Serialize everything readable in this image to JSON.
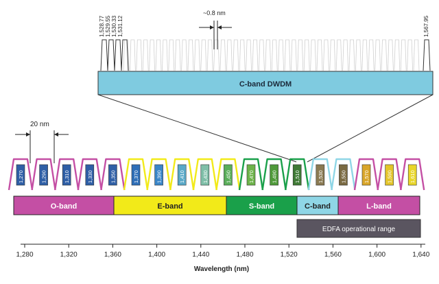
{
  "spacing_20nm": "20 nm",
  "spacing_08nm": "~0.8 nm",
  "dwdm_label": "C-band DWDM",
  "dwdm_ticks": [
    "1,528.77",
    "1,529.55",
    "1,530.33",
    "1,531.12",
    "1,567.95"
  ],
  "bands": [
    {
      "name": "O-band",
      "color": "#c44fa4",
      "text": "#ffffff"
    },
    {
      "name": "E-band",
      "color": "#f2ea19",
      "text": "#222222"
    },
    {
      "name": "S-band",
      "color": "#1aa04a",
      "text": "#ffffff"
    },
    {
      "name": "C-band",
      "color": "#8fd6e6",
      "text": "#222222"
    },
    {
      "name": "L-band",
      "color": "#c44fa4",
      "text": "#ffffff"
    }
  ],
  "cwdm_channels": [
    {
      "nm": 1270,
      "label": "1,270",
      "stroke": "#c44fa4",
      "fill": "#2f5fa6"
    },
    {
      "nm": 1290,
      "label": "1,290",
      "stroke": "#c44fa4",
      "fill": "#2f5fa6"
    },
    {
      "nm": 1310,
      "label": "1,310",
      "stroke": "#c44fa4",
      "fill": "#2f5fa6"
    },
    {
      "nm": 1330,
      "label": "1,330",
      "stroke": "#c44fa4",
      "fill": "#2f5fa6"
    },
    {
      "nm": 1350,
      "label": "1,350",
      "stroke": "#c44fa4",
      "fill": "#2f5fa6"
    },
    {
      "nm": 1370,
      "label": "1,370",
      "stroke": "#f2ea19",
      "fill": "#2f6fb8"
    },
    {
      "nm": 1390,
      "label": "1,390",
      "stroke": "#f2ea19",
      "fill": "#3a86c8"
    },
    {
      "nm": 1410,
      "label": "1,410",
      "stroke": "#f2ea19",
      "fill": "#5aa9c8"
    },
    {
      "nm": 1430,
      "label": "1,430",
      "stroke": "#f2ea19",
      "fill": "#7fbfa8"
    },
    {
      "nm": 1450,
      "label": "1,450",
      "stroke": "#f2ea19",
      "fill": "#5aae5a"
    },
    {
      "nm": 1470,
      "label": "1,470",
      "stroke": "#1aa04a",
      "fill": "#6db34a"
    },
    {
      "nm": 1490,
      "label": "1,490",
      "stroke": "#1aa04a",
      "fill": "#4f9a3a"
    },
    {
      "nm": 1510,
      "label": "1,510",
      "stroke": "#1aa04a",
      "fill": "#3f7a35"
    },
    {
      "nm": 1530,
      "label": "1,530",
      "stroke": "#8fd6e6",
      "fill": "#8a7a52"
    },
    {
      "nm": 1550,
      "label": "1,550",
      "stroke": "#8fd6e6",
      "fill": "#7a6a42"
    },
    {
      "nm": 1570,
      "label": "1,570",
      "stroke": "#c44fa4",
      "fill": "#d9a62a"
    },
    {
      "nm": 1590,
      "label": "1,590",
      "stroke": "#c44fa4",
      "fill": "#e3c52a"
    },
    {
      "nm": 1610,
      "label": "1,610",
      "stroke": "#c44fa4",
      "fill": "#e8d62a"
    }
  ],
  "edfa_label": "EDFA operational range",
  "axis": {
    "ticks": [
      "1,280",
      "1,320",
      "1,360",
      "1,400",
      "1,440",
      "1,480",
      "1,520",
      "1,560",
      "1,600",
      "1,640"
    ],
    "tick_values": [
      1280,
      1320,
      1360,
      1400,
      1440,
      1480,
      1520,
      1560,
      1600,
      1640
    ],
    "title": "Wavelength (nm)"
  },
  "colors": {
    "dwdm_bar": "#7fcbe0",
    "edfa_bar": "#5a5560",
    "axis": "#222222"
  }
}
